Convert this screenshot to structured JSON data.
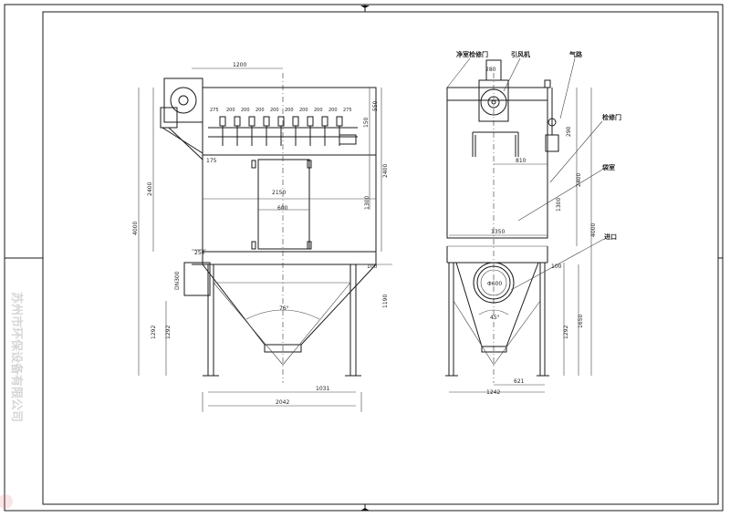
{
  "front_view": {
    "dimensions": {
      "top_width": "1200",
      "valve_spacing": [
        "275",
        "200",
        "200",
        "200",
        "200",
        "200",
        "200",
        "200",
        "200",
        "275"
      ],
      "right_offset_150": "150",
      "right_offset_550": "550",
      "inlet_width": "175",
      "body_width": "2150",
      "door_width": "600",
      "door_height": "1300",
      "total_height": "4000",
      "upper_height": "2400",
      "upper_height_right": "2400",
      "hopper_inlet": "250",
      "outlet_flange": "100",
      "hopper_height": "1190",
      "leg_height": "1292",
      "hopper_inlet_dn": "DN300",
      "hopper_angle": "76°",
      "half_span": "1031",
      "base_width": "2042"
    }
  },
  "side_view": {
    "labels": {
      "clean_room_door": "净室检修门",
      "fan": "引风机",
      "air_line": "气路",
      "inspection_door": "检修门",
      "bag_room": "袋室",
      "inlet": "进口"
    },
    "dimensions": {
      "fan_outlet": "280",
      "fan_offset": "810",
      "air_dim": "290",
      "bag_height": "2400",
      "door_height": "1300",
      "total_height": "4000",
      "body_width": "1350",
      "flange": "100",
      "lower_height": "1650",
      "leg_height": "1292",
      "inlet_dia": "Φ600",
      "hopper_angle": "45°",
      "half_span": "621",
      "base_width": "1242"
    }
  },
  "stamp": {
    "text": "苏州市环保设备有限公司"
  }
}
